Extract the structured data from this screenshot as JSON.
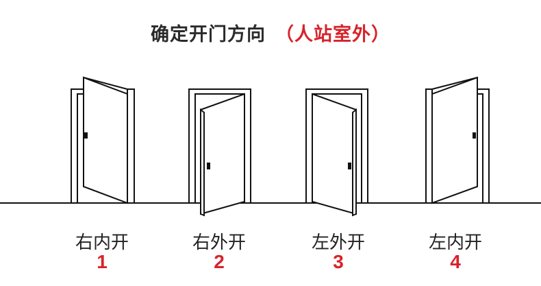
{
  "title": {
    "main": "确定开门方向",
    "sub": "（人站室外）"
  },
  "accent_color": "#d8232a",
  "doors": [
    {
      "label": "右内开",
      "number": "1",
      "hinge": "right",
      "swing": "in"
    },
    {
      "label": "右外开",
      "number": "2",
      "hinge": "right",
      "swing": "out"
    },
    {
      "label": "左外开",
      "number": "3",
      "hinge": "left",
      "swing": "out"
    },
    {
      "label": "左内开",
      "number": "4",
      "hinge": "left",
      "swing": "in"
    }
  ]
}
